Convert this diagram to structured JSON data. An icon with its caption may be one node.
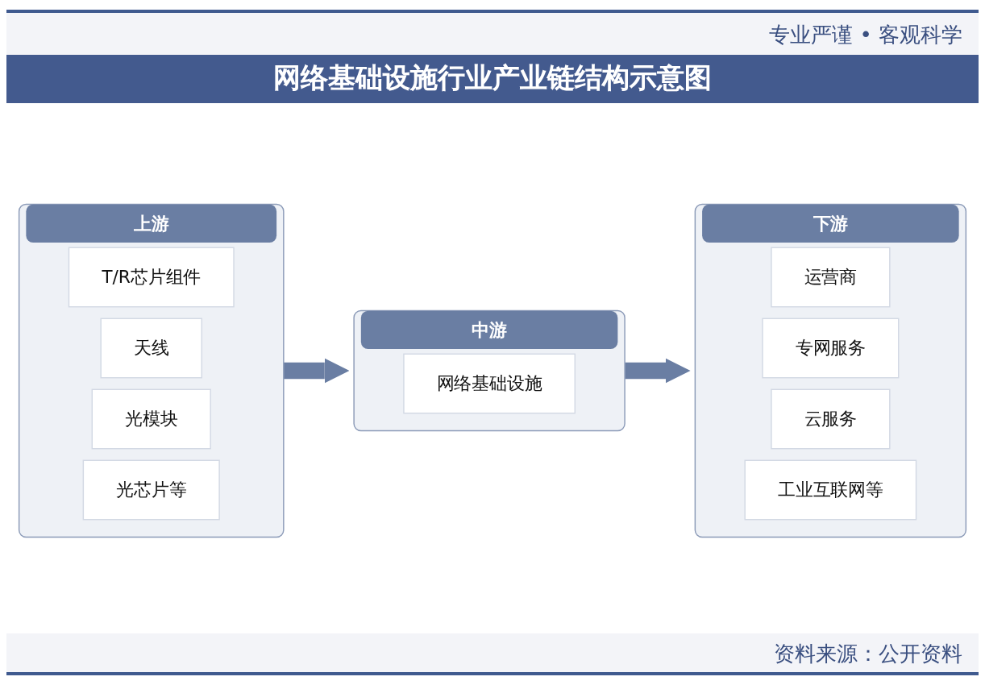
{
  "diagram": {
    "title": "网络基础设施行业产业链结构示意图",
    "nodes": [
      {
        "text": [
          "上游"
        ]
      },
      {
        "text": [
          "T/R芯片组件"
        ],
        "in": 0
      },
      {
        "text": [
          "天线"
        ],
        "in": 0
      },
      {
        "text": [
          "光模块"
        ],
        "in": 0
      },
      {
        "text": [
          "光芯片等"
        ],
        "in": 0
      },
      {
        "text": [
          "中游"
        ]
      },
      {
        "text": [
          "网络基础设施"
        ],
        "in": 5
      },
      {
        "text": [
          "下游"
        ]
      },
      {
        "text": [
          "运营商"
        ],
        "in": 7
      },
      {
        "text": [
          "专网服务"
        ],
        "in": 7
      },
      {
        "text": [
          "云服务"
        ],
        "in": 7
      },
      {
        "text": [
          "工业互联网等"
        ],
        "in": 7
      }
    ],
    "edges": [
      {
        "from": 0,
        "to": 5,
        "arrow": "to"
      },
      {
        "from": 5,
        "to": 7,
        "arrow": "to"
      }
    ],
    "labels": [
      "专业严谨 • 客观科学",
      "资料来源：公开资料"
    ]
  }
}
